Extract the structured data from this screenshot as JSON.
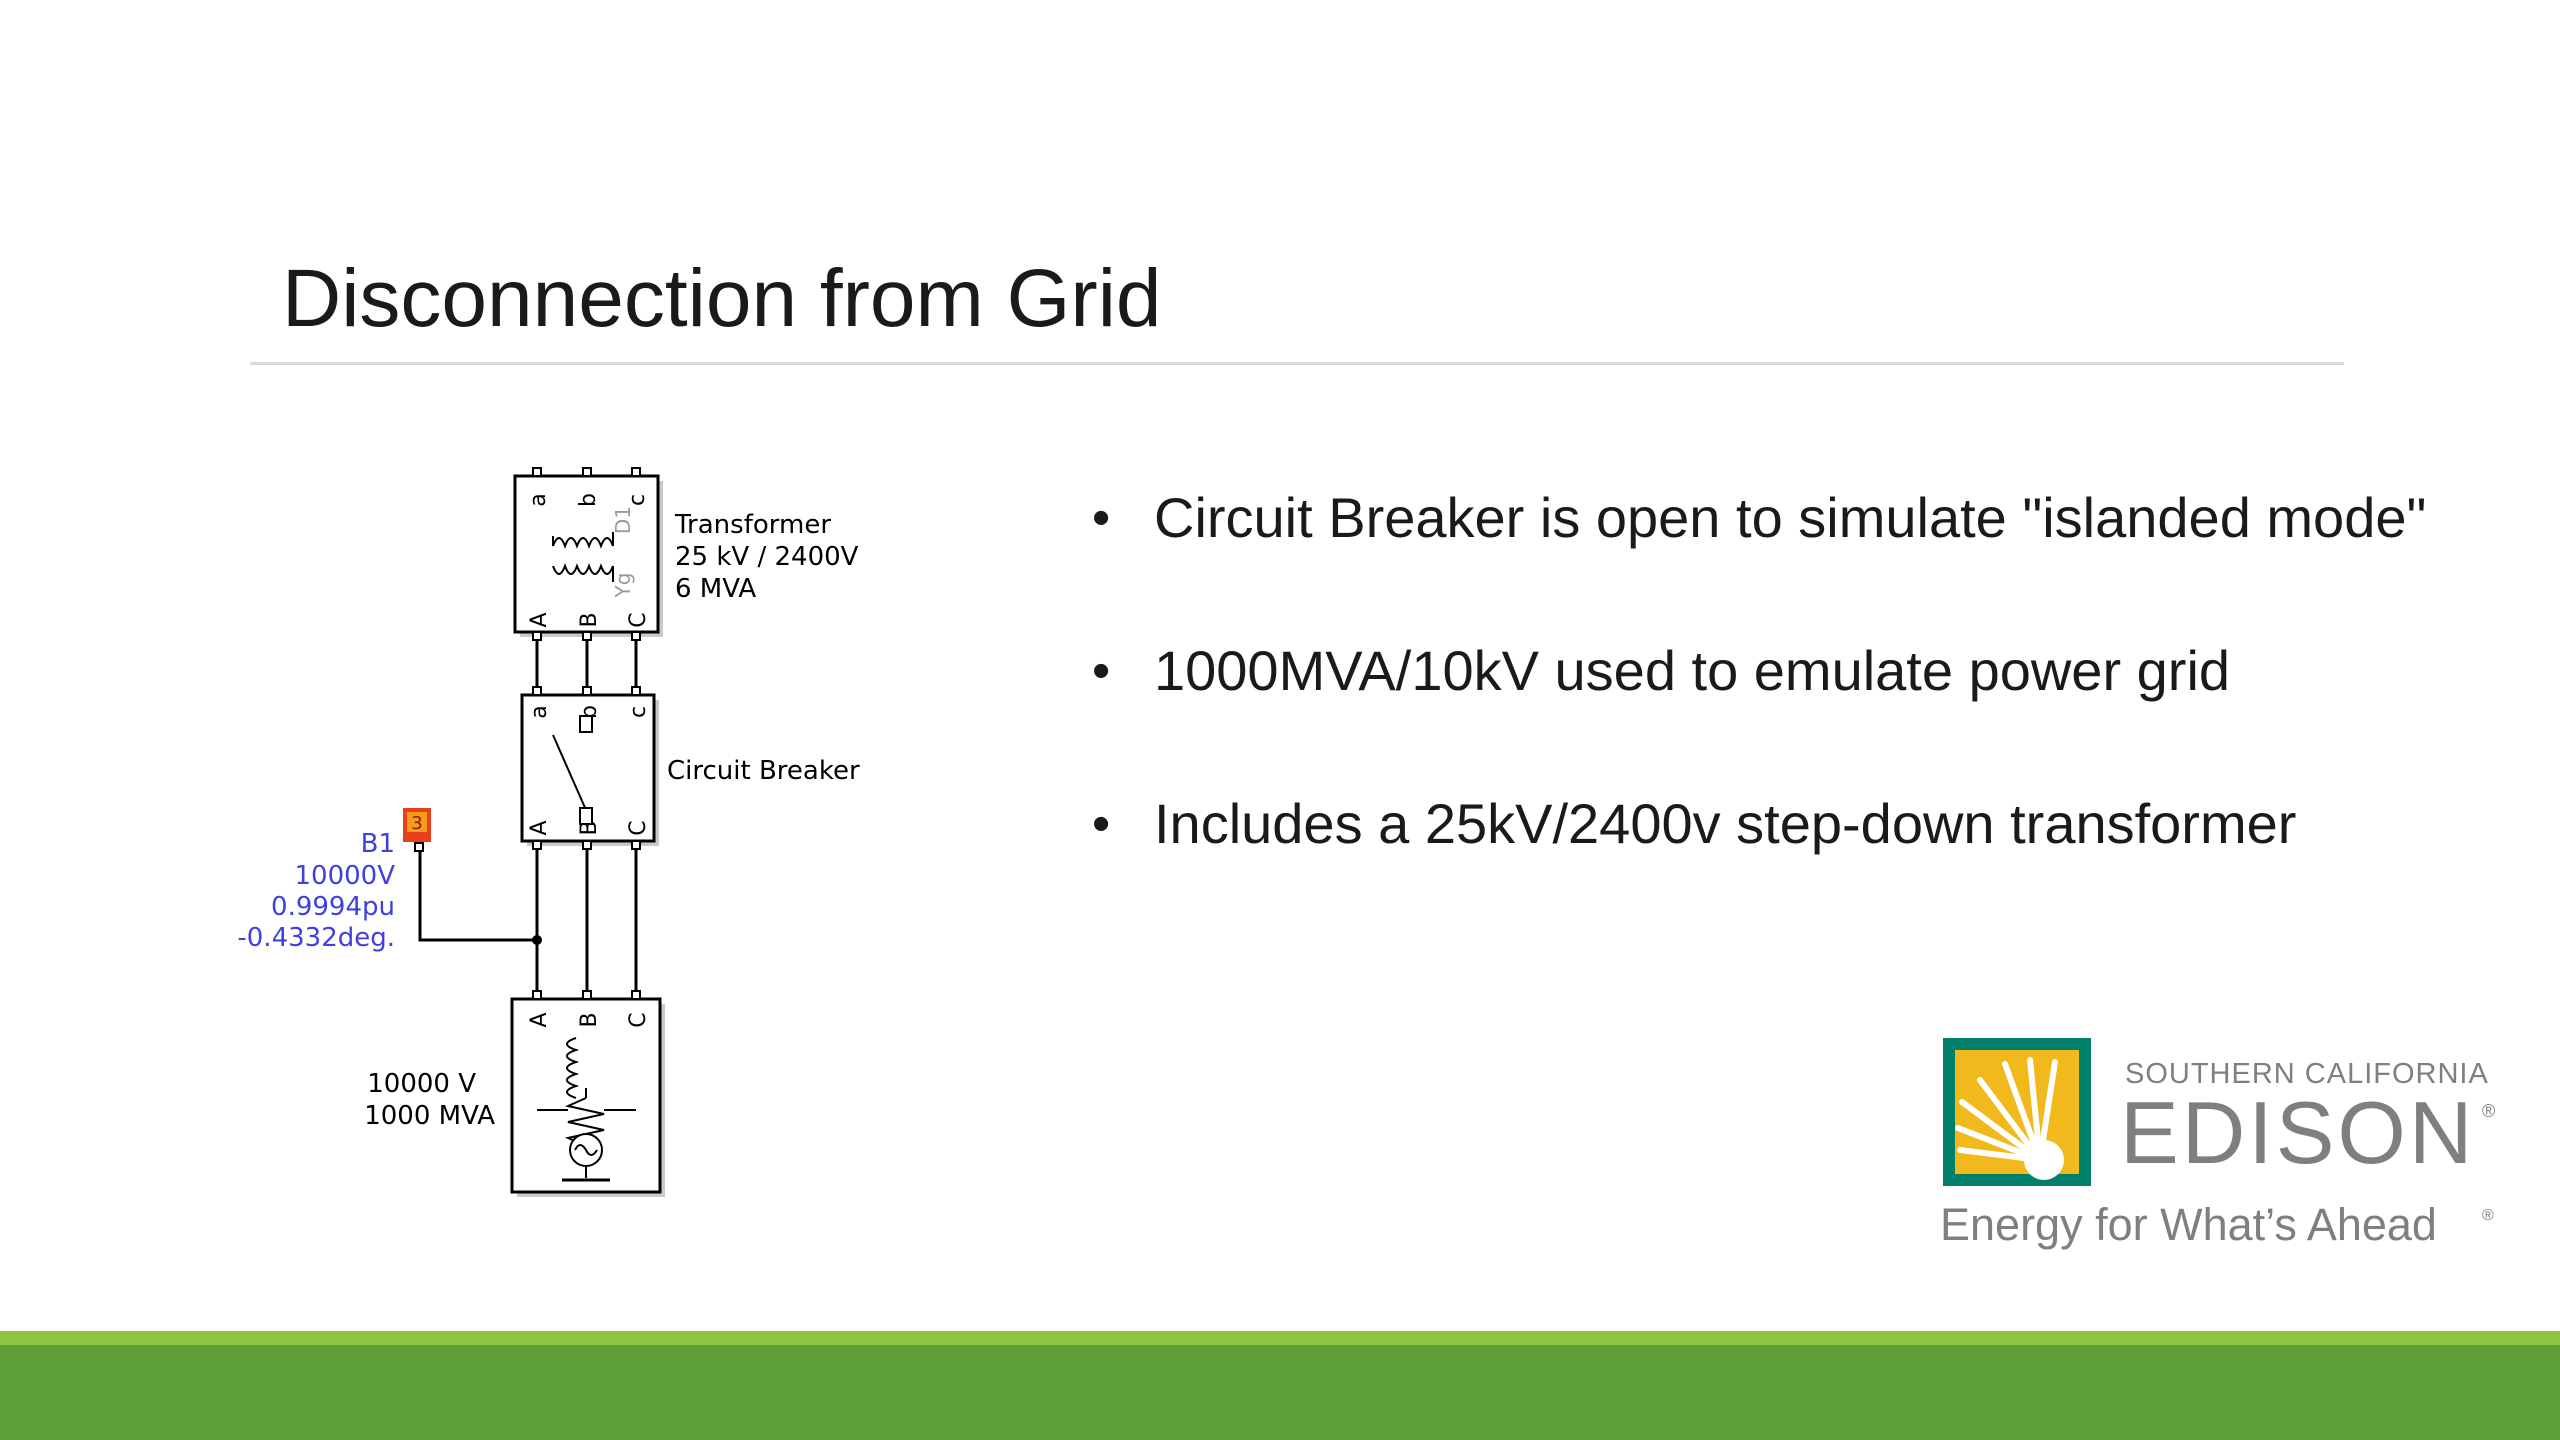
{
  "slide": {
    "title": "Disconnection from Grid"
  },
  "bullets": [
    {
      "text": "Circuit Breaker is open to simulate \"islanded mode\""
    },
    {
      "text": "1000MVA/10kV  used to emulate power grid"
    },
    {
      "text": "Includes a 25kV/2400v step-down transformer"
    }
  ],
  "diagram": {
    "transformer": {
      "name": "Transformer",
      "rating_voltage": "25 kV / 2400V",
      "rating_power": "6 MVA",
      "winding_top_label": "D1",
      "winding_bottom_label": "Yg",
      "top_ports": [
        "a",
        "b",
        "c"
      ],
      "bottom_ports": [
        "A",
        "B",
        "C"
      ]
    },
    "breaker": {
      "name": "Circuit Breaker",
      "top_ports": [
        "a",
        "b",
        "c"
      ],
      "bottom_ports": [
        "A",
        "B",
        "C"
      ]
    },
    "source": {
      "voltage": "10000 V",
      "power": "1000 MVA",
      "top_ports": [
        "A",
        "B",
        "C"
      ]
    },
    "bus_measure": {
      "name": "B1",
      "voltage": "10000V",
      "pu": "0.9994pu",
      "angle": "-0.4332deg.",
      "phase_count": "3"
    }
  },
  "logo": {
    "line1": "SOUTHERN CALIFORNIA",
    "line2": "EDISON",
    "tagline": "Energy for What’s Ahead",
    "registered": "®"
  },
  "colors": {
    "accent_green": "#8cc63f",
    "band_green": "#5e9e38",
    "logo_gold": "#f2b91c",
    "logo_teal": "#00806b",
    "logo_gray": "#7f7f7f",
    "measure_blue": "#4040e0",
    "measure_block": "#e8401c"
  }
}
